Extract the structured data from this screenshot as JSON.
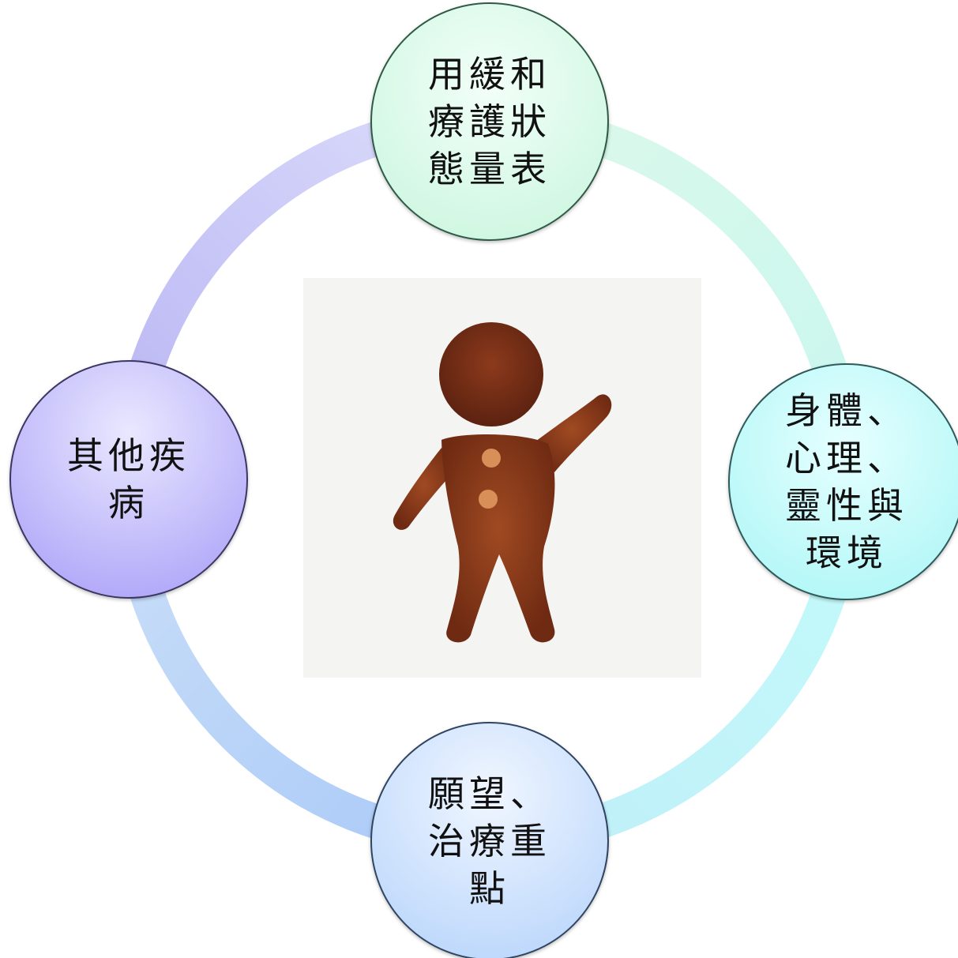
{
  "diagram": {
    "nodes": {
      "top": {
        "label": "用緩和療護狀態量表"
      },
      "right": {
        "label": "身體、心理、靈性與環境"
      },
      "bottom": {
        "label": "願望、治療重點"
      },
      "left": {
        "label": "其他疾病"
      }
    },
    "center_icon": "gingerbread-person-icon",
    "colors": {
      "top_node": "#c7f5dd",
      "right_node": "#a8f5f5",
      "bottom_node": "#b3d2fb",
      "left_node": "#a69cf7",
      "figure": "#8a3a1c",
      "buttons": "#d98f58"
    }
  }
}
